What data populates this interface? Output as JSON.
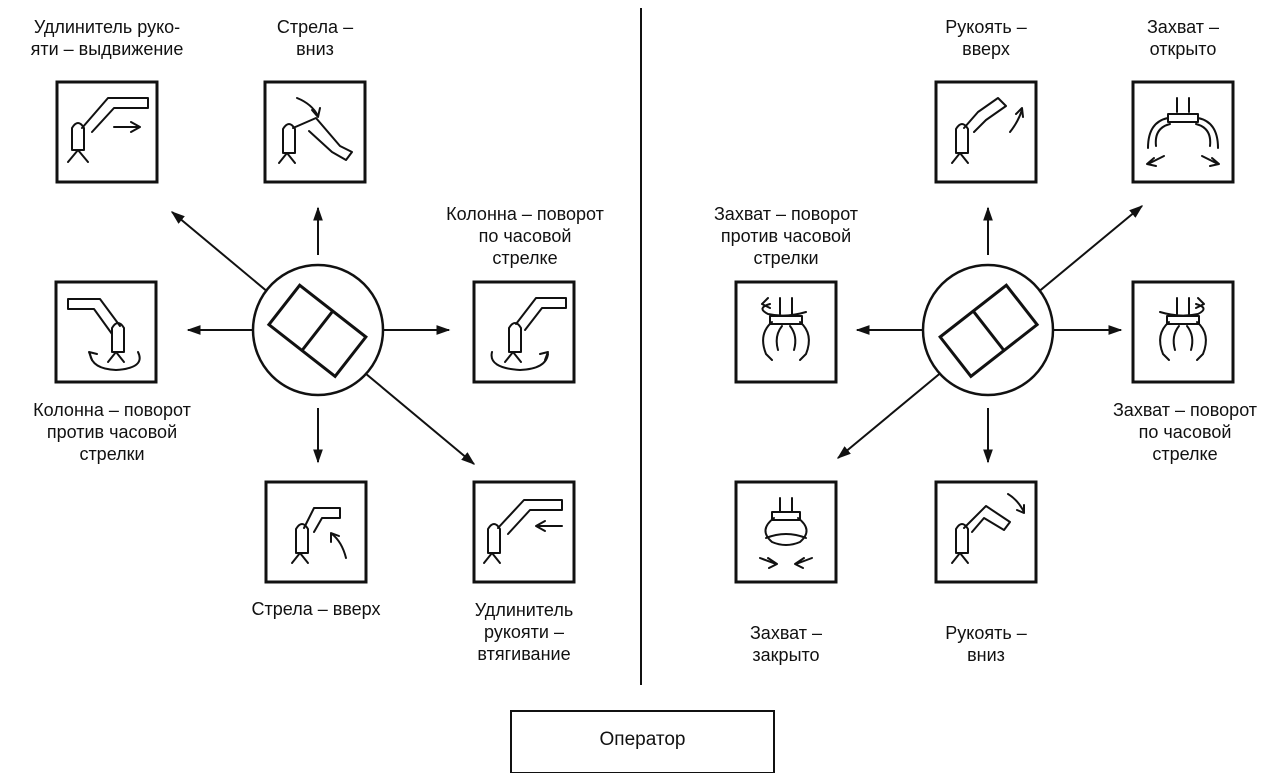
{
  "labels": {
    "left_extend": [
      "Удлинитель руко-",
      "яти – выдвижение"
    ],
    "left_boom_down": [
      "Стрела –",
      "вниз"
    ],
    "left_column_cw": [
      "Колонна – поворот",
      "по часовой",
      "стрелке"
    ],
    "left_column_ccw": [
      "Колонна – поворот",
      "против часовой",
      "стрелки"
    ],
    "left_boom_up": [
      "Стрела – вверх"
    ],
    "left_retract": [
      "Удлинитель",
      "рукояти –",
      "втягивание"
    ],
    "right_stick_up": [
      "Рукоять –",
      "вверх"
    ],
    "right_grip_open": [
      "Захват –",
      "открыто"
    ],
    "right_grip_ccw": [
      "Захват – поворот",
      "против часовой",
      "стрелки"
    ],
    "right_grip_cw": [
      "Захват – поворот",
      "по часовой",
      "стрелке"
    ],
    "right_grip_closed": [
      "Захват –",
      "закрыто"
    ],
    "right_stick_down": [
      "Рукоять –",
      "вниз"
    ]
  },
  "operator": {
    "label": "Оператор"
  },
  "colors": {
    "ink": "#111111",
    "background": "#ffffff"
  }
}
